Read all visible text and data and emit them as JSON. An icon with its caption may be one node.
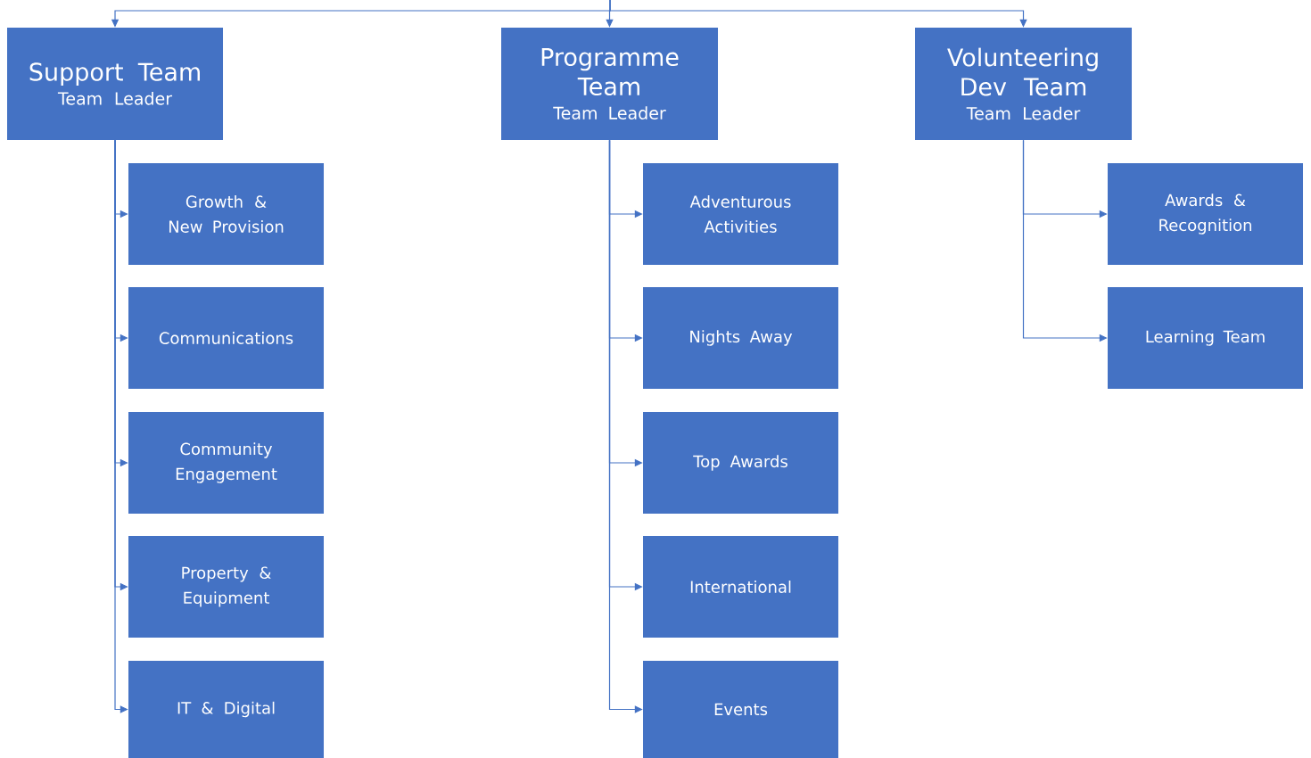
{
  "diagram": {
    "nodes": [
      {
        "text": [
          "Support Team",
          "Team Leader"
        ]
      },
      {
        "text": [
          "Programme Team",
          "Team Leader"
        ]
      },
      {
        "text": [
          "Volunteering Dev Team",
          "Team Leader"
        ]
      },
      {
        "text": [
          "Growth & New Provision"
        ]
      },
      {
        "text": [
          "Communications"
        ]
      },
      {
        "text": [
          "Community Engagement"
        ]
      },
      {
        "text": [
          "Property & Equipment"
        ]
      },
      {
        "text": [
          "IT & Digital"
        ]
      },
      {
        "text": [
          "Adventurous Activities"
        ]
      },
      {
        "text": [
          "Nights Away"
        ]
      },
      {
        "text": [
          "Top Awards"
        ]
      },
      {
        "text": [
          "International"
        ]
      },
      {
        "text": [
          "Events"
        ]
      },
      {
        "text": [
          "Awards & Recognition"
        ]
      },
      {
        "text": [
          "Learning Team"
        ]
      }
    ],
    "edges": [
      {
        "from": null,
        "to": 0,
        "arrow": "to"
      },
      {
        "from": null,
        "to": 1,
        "arrow": "to"
      },
      {
        "from": null,
        "to": 2,
        "arrow": "to"
      },
      {
        "from": 0,
        "to": 3,
        "arrow": "to"
      },
      {
        "from": 0,
        "to": 4,
        "arrow": "to"
      },
      {
        "from": 0,
        "to": 5,
        "arrow": "to"
      },
      {
        "from": 0,
        "to": 6,
        "arrow": "to"
      },
      {
        "from": 0,
        "to": 7,
        "arrow": "to"
      },
      {
        "from": 1,
        "to": 8,
        "arrow": "to"
      },
      {
        "from": 1,
        "to": 9,
        "arrow": "to"
      },
      {
        "from": 1,
        "to": 10,
        "arrow": "to"
      },
      {
        "from": 1,
        "to": 11,
        "arrow": "to"
      },
      {
        "from": 1,
        "to": 12,
        "arrow": "to"
      },
      {
        "from": 2,
        "to": 13,
        "arrow": "to"
      },
      {
        "from": 2,
        "to": 14,
        "arrow": "to"
      }
    ]
  }
}
